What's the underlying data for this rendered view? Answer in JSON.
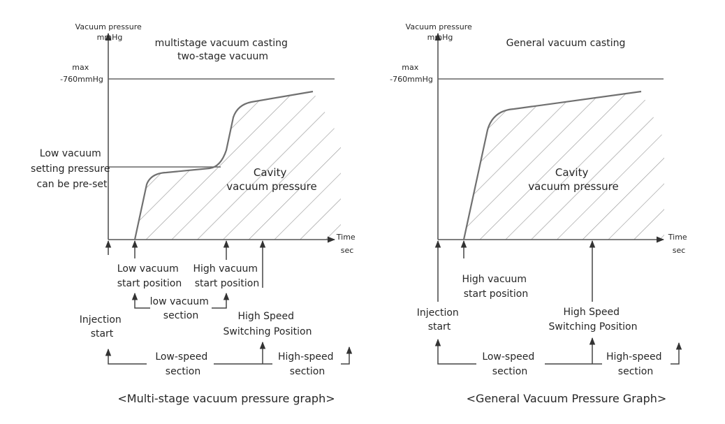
{
  "left": {
    "y_label": [
      "Vacuum pressure",
      "mmHg"
    ],
    "title": [
      "multistage vacuum casting",
      "two-stage vacuum"
    ],
    "max_label": [
      "max",
      "-760mmHg"
    ],
    "low_setting_label": [
      "Low vacuum",
      "setting pressure",
      "can be pre-set"
    ],
    "cavity_label": [
      "Cavity",
      "vacuum pressure"
    ],
    "x_label": [
      "Time",
      "sec"
    ],
    "low_vacuum_start": [
      "Low vacuum",
      "start position"
    ],
    "high_vacuum_start": [
      "High vacuum",
      "start position"
    ],
    "low_vacuum_section": [
      "low vacuum",
      "section"
    ],
    "injection_start": [
      "Injection",
      "start"
    ],
    "high_speed_switching": [
      "High Speed",
      "Switching Position"
    ],
    "low_speed_section": [
      "Low-speed",
      "section"
    ],
    "high_speed_section": [
      "High-speed",
      "section"
    ],
    "caption": "<Multi-stage vacuum pressure graph>"
  },
  "right": {
    "y_label": [
      "Vacuum pressure",
      "mmHg"
    ],
    "title": "General vacuum casting",
    "max_label": [
      "max",
      "-760mmHg"
    ],
    "cavity_label": [
      "Cavity",
      "vacuum pressure"
    ],
    "x_label": [
      "Time",
      "sec"
    ],
    "high_vacuum_start": [
      "High vacuum",
      "start position"
    ],
    "injection_start": [
      "Injection",
      "start"
    ],
    "high_speed_switching": [
      "High Speed",
      "Switching Position"
    ],
    "low_speed_section": [
      "Low-speed",
      "section"
    ],
    "high_speed_section": [
      "High-speed",
      "section"
    ],
    "caption": "<General Vacuum Pressure Graph>"
  },
  "colors": {
    "text": "#262626",
    "axis": "#555555",
    "curve": "#707070",
    "hatch": "#9a9a9a"
  }
}
